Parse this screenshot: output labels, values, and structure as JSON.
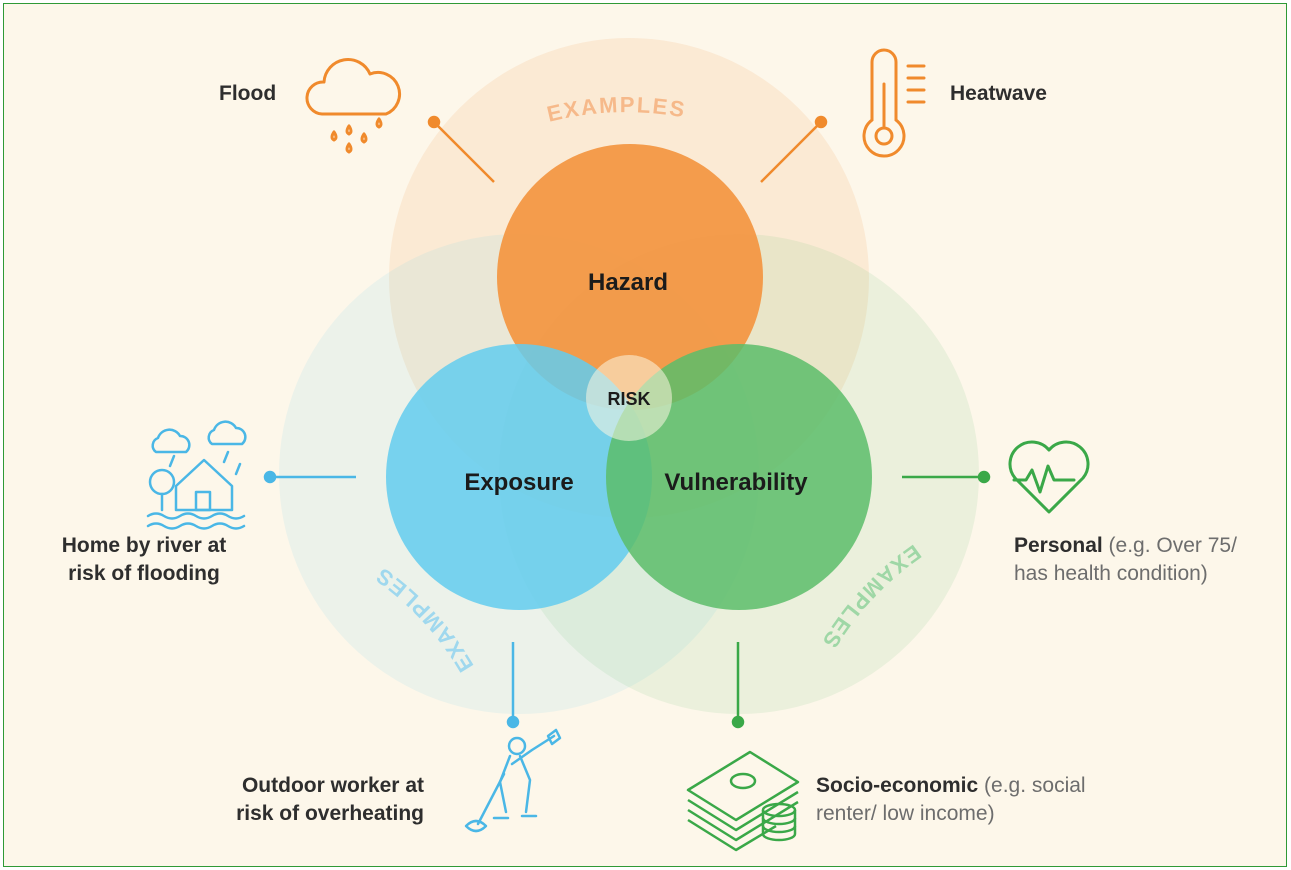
{
  "diagram": {
    "center_label": "RISK",
    "circles": {
      "hazard": "Hazard",
      "exposure": "Exposure",
      "vulnerability": "Vulnerability"
    },
    "ring_labels": {
      "hazard": "EXAMPLES",
      "exposure": "EXAMPLES",
      "vulnerability": "EXAMPLES"
    },
    "examples": {
      "flood": "Flood",
      "heatwave": "Heatwave",
      "home_line1": "Home by river at",
      "home_line2": "risk of flooding",
      "worker_line1": "Outdoor worker at",
      "worker_line2": "risk of overheating",
      "personal_bold": "Personal",
      "personal_rest1": " (e.g. Over 75/",
      "personal_rest2": "has health condition)",
      "socio_bold": "Socio-economic",
      "socio_rest1": " (e.g. social",
      "socio_rest2": "renter/ low income)"
    },
    "colors": {
      "hazard": "#f39642",
      "exposure": "#63cdef",
      "vulnerability": "#5cbd6a",
      "hazard_icon": "#f08a2c",
      "exposure_icon": "#4ab7e6",
      "vulnerability_icon": "#3aa848",
      "background": "#fdf7ea",
      "frame_border": "#2f9a36"
    },
    "icons": [
      "rain-cloud-icon",
      "thermometer-icon",
      "flooded-house-icon",
      "heart-rate-icon",
      "outdoor-worker-icon",
      "money-stack-icon"
    ]
  }
}
